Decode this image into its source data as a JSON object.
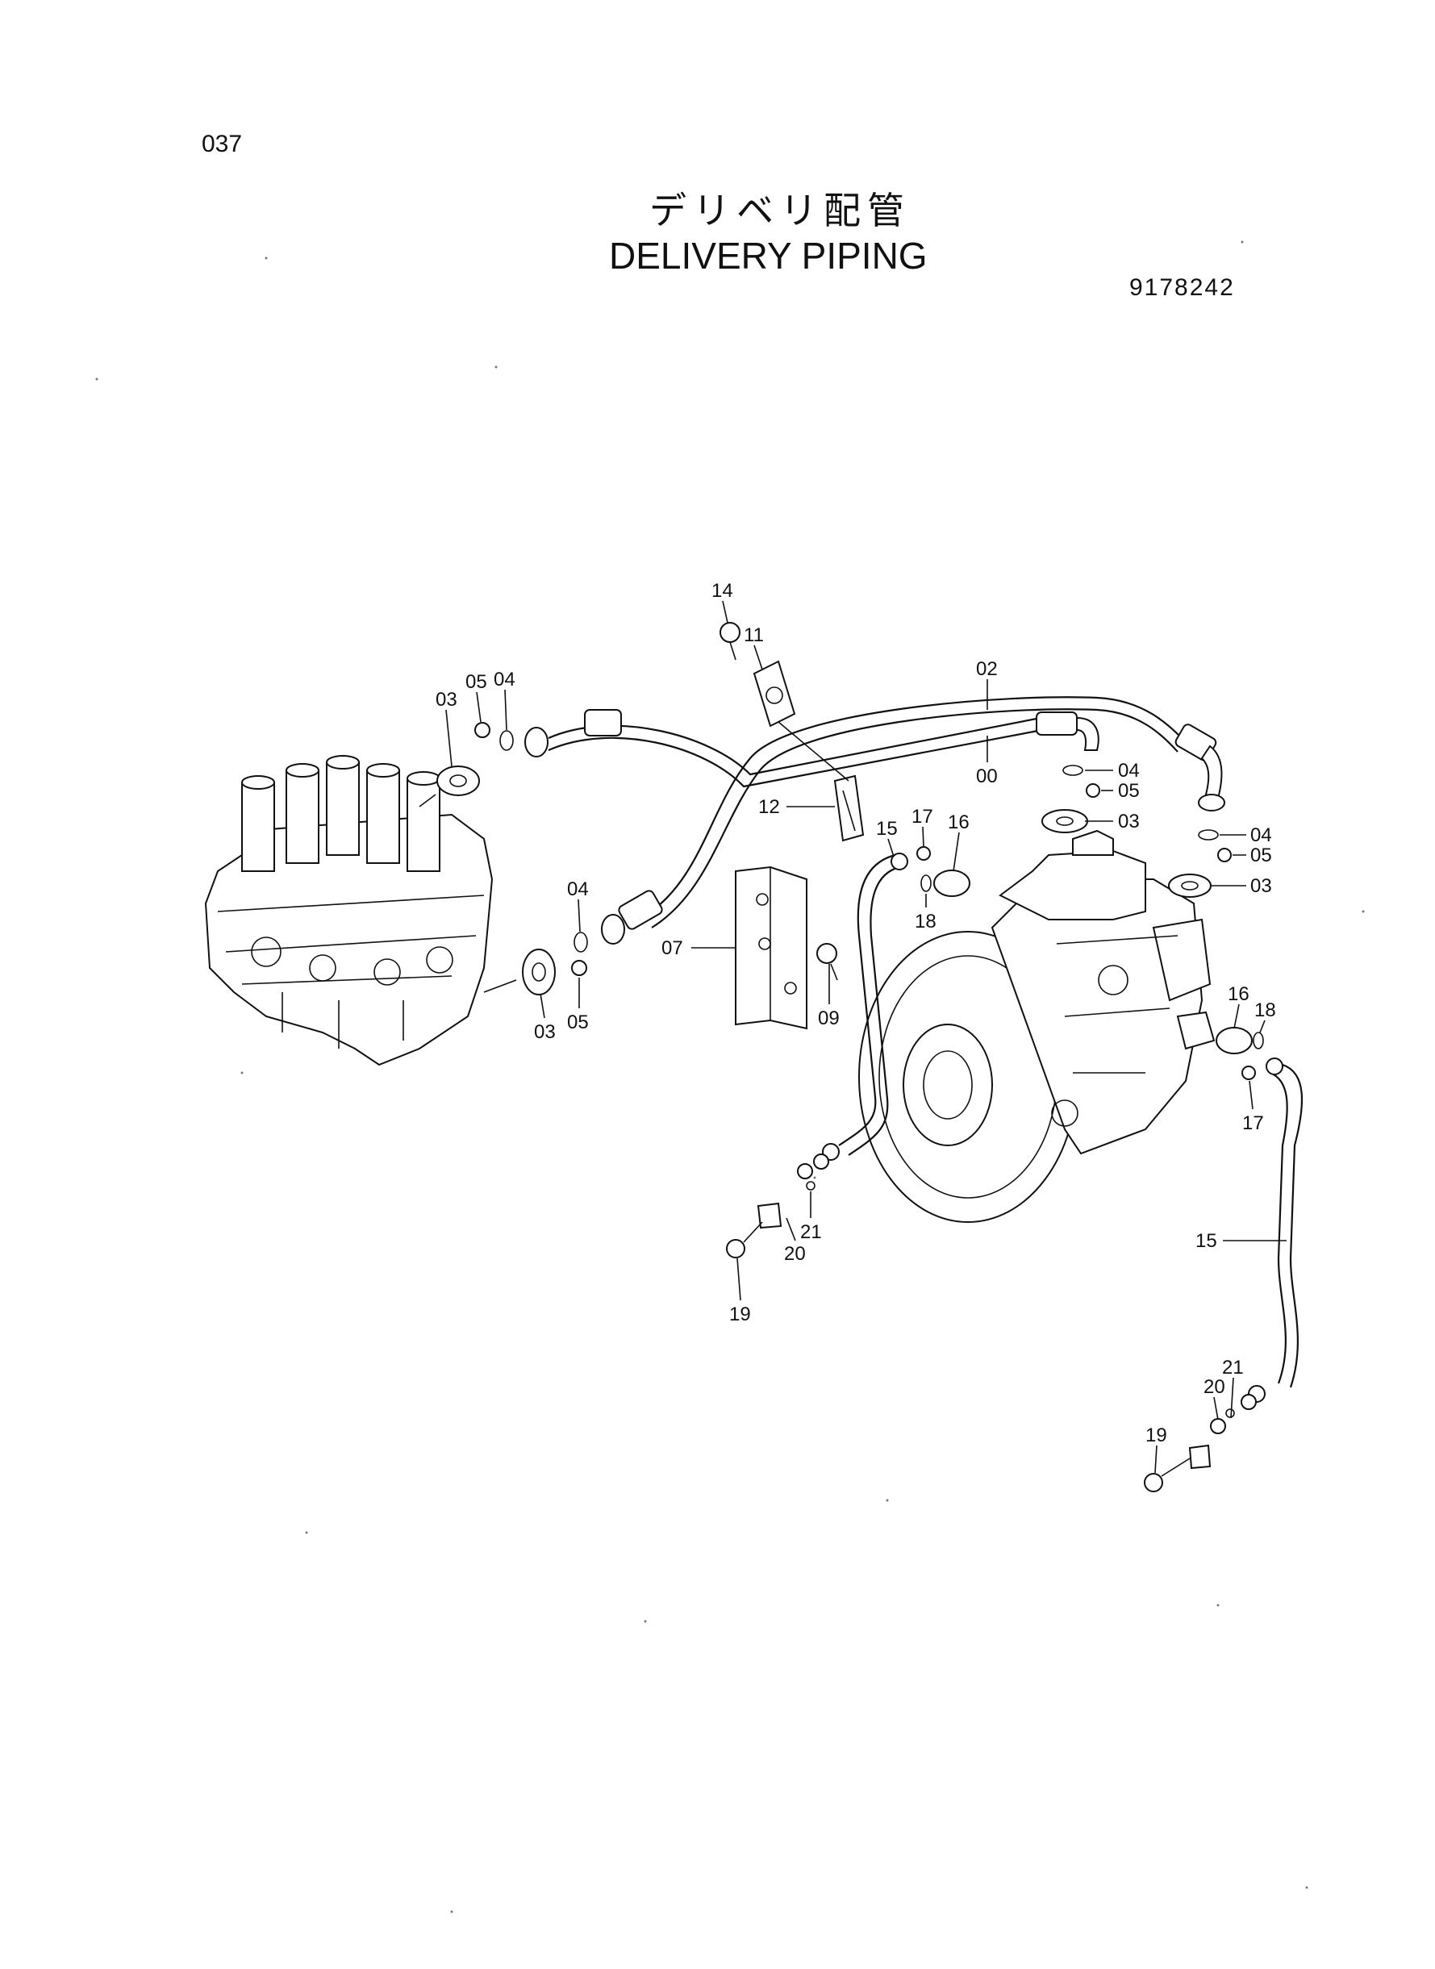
{
  "page_number": "037",
  "title_jp": "デリベリ配管",
  "title_en": "DELIVERY PIPING",
  "doc_code": "9178242",
  "callouts": {
    "c14": "14",
    "c11": "11",
    "c02": "02",
    "c00": "00",
    "c03a": "03",
    "c05a": "05",
    "c04a": "04",
    "c04b": "04",
    "c05b": "05",
    "c03b": "03",
    "c04c": "04",
    "c05c": "05",
    "c03c": "03",
    "c12": "12",
    "c15a": "15",
    "c17a": "17",
    "c16a": "16",
    "c18a": "18",
    "c04d": "04",
    "c07": "07",
    "c03d": "03",
    "c05d": "05",
    "c09": "09",
    "c16b": "16",
    "c18b": "18",
    "c17b": "17",
    "c21a": "21",
    "c20a": "20",
    "c19a": "19",
    "c15b": "15",
    "c21b": "21",
    "c20b": "20",
    "c19b": "19"
  }
}
